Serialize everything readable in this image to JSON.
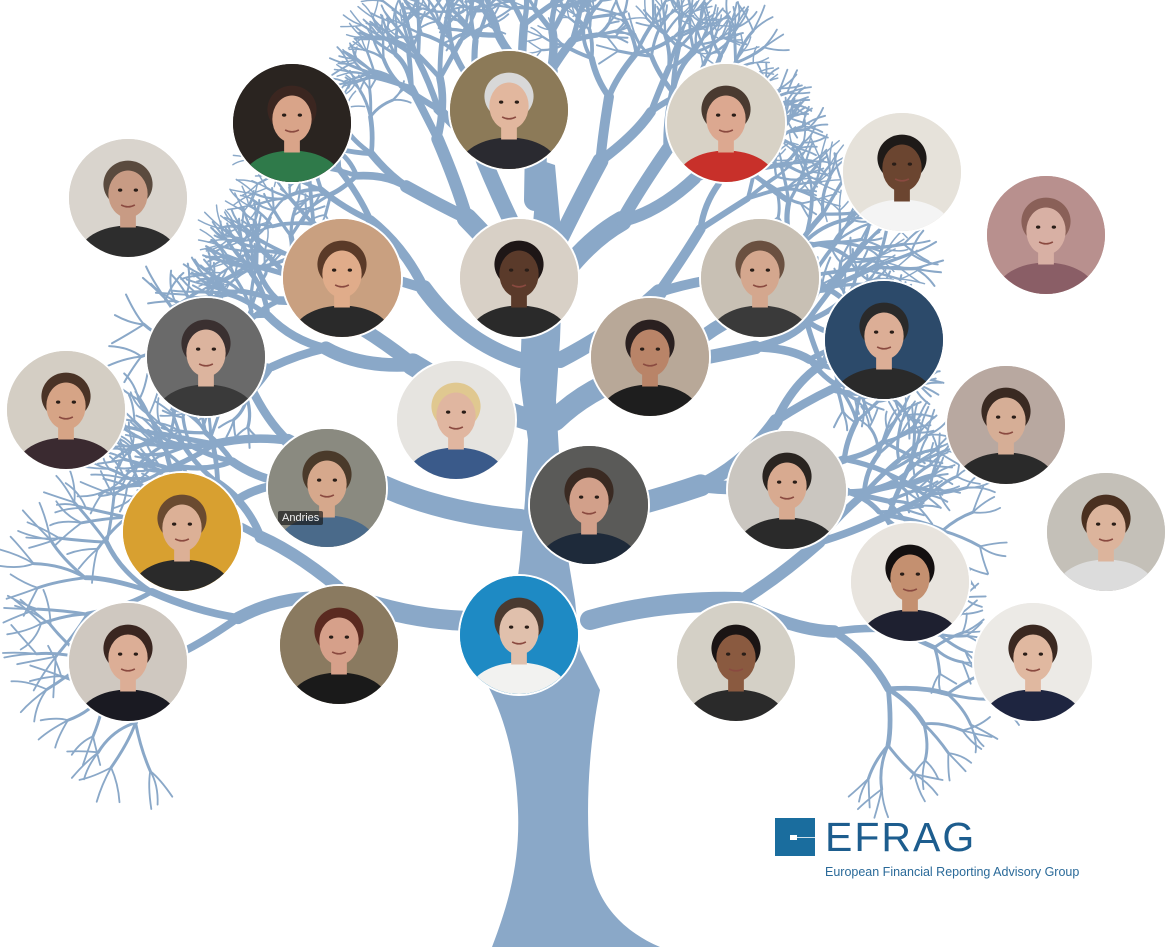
{
  "tree": {
    "color": "#8aa8c8"
  },
  "logo": {
    "wordmark": "EFRAG",
    "subtitle": "European Financial Reporting Advisory Group",
    "color": "#1a6d9e"
  },
  "participants": [
    {
      "name_tag": "",
      "palette": [
        "#d9d4cd",
        "#c89b84",
        "#5a4a3e",
        "#2d2d2d"
      ]
    },
    {
      "name_tag": "",
      "palette": [
        "#2a2420",
        "#d9a489",
        "#3b2620",
        "#2f7a4a"
      ]
    },
    {
      "name_tag": "",
      "palette": [
        "#8c7a58",
        "#e2b79e",
        "#d8d8d8",
        "#2a2a30"
      ]
    },
    {
      "name_tag": "",
      "palette": [
        "#d8d2c6",
        "#dca890",
        "#4a3a30",
        "#c8302a"
      ]
    },
    {
      "name_tag": "",
      "palette": [
        "#e6e2da",
        "#6b4530",
        "#1e1a18",
        "#f4f4f4"
      ]
    },
    {
      "name_tag": "",
      "palette": [
        "#b8908e",
        "#d8b0a4",
        "#8a6058",
        "#8a5e66"
      ]
    },
    {
      "name_tag": "",
      "palette": [
        "#c9a080",
        "#e0ac8a",
        "#5a3a28",
        "#2a2a2a"
      ]
    },
    {
      "name_tag": "",
      "palette": [
        "#d8d0c6",
        "#5a3a2a",
        "#1e1616",
        "#2a2a2a"
      ]
    },
    {
      "name_tag": "",
      "palette": [
        "#c8c0b4",
        "#d4a78e",
        "#6a5040",
        "#3a3a3a"
      ]
    },
    {
      "name_tag": "",
      "palette": [
        "#6a6a6a",
        "#dcb49e",
        "#3a3030",
        "#3a3a3a"
      ]
    },
    {
      "name_tag": "",
      "palette": [
        "#2c4a6a",
        "#dcae96",
        "#2a2a2a",
        "#2a2a2a"
      ]
    },
    {
      "name_tag": "",
      "palette": [
        "#b8a898",
        "#b98468",
        "#2a2020",
        "#1e1e1e"
      ]
    },
    {
      "name_tag": "",
      "palette": [
        "#d4cec4",
        "#d6a486",
        "#4a3326",
        "#3a2a30"
      ]
    },
    {
      "name_tag": "",
      "palette": [
        "#e6e4e0",
        "#e0b6a0",
        "#e0c890",
        "#3a5a8a"
      ]
    },
    {
      "name_tag": "",
      "palette": [
        "#b8a8a0",
        "#d6ae96",
        "#3a2a22",
        "#2a2a2a"
      ]
    },
    {
      "name_tag": "",
      "palette": [
        "#d8a030",
        "#dcb096",
        "#6a4a30",
        "#2a2a2a"
      ]
    },
    {
      "name_tag": "Andries",
      "palette": [
        "#8a8a80",
        "#d6a88c",
        "#4a3a2a",
        "#4a6a8a"
      ]
    },
    {
      "name_tag": "",
      "palette": [
        "#5a5a58",
        "#d2a08a",
        "#3a2a22",
        "#1e2a3a"
      ]
    },
    {
      "name_tag": "",
      "palette": [
        "#cac6c0",
        "#d8aa90",
        "#2a2420",
        "#2a2a2a"
      ]
    },
    {
      "name_tag": "",
      "palette": [
        "#c4c0b8",
        "#dcb49c",
        "#4a3020",
        "#dcdcdc"
      ]
    },
    {
      "name_tag": "",
      "palette": [
        "#e8e4de",
        "#c49070",
        "#141010",
        "#1e2030"
      ]
    },
    {
      "name_tag": "",
      "palette": [
        "#cfc8c0",
        "#dcae96",
        "#3a2620",
        "#1a1a22"
      ]
    },
    {
      "name_tag": "",
      "palette": [
        "#8a7a60",
        "#d6a08a",
        "#5a2a20",
        "#1a1a1a"
      ]
    },
    {
      "name_tag": "",
      "palette": [
        "#1e8ac4",
        "#e0c0ac",
        "#4a3a30",
        "#f2f2f0"
      ]
    },
    {
      "name_tag": "",
      "palette": [
        "#d4d0c6",
        "#8a5a40",
        "#1a1414",
        "#2a2a2a"
      ]
    },
    {
      "name_tag": "",
      "palette": [
        "#eceae6",
        "#e0b8a0",
        "#3a2820",
        "#1e2540"
      ]
    }
  ]
}
